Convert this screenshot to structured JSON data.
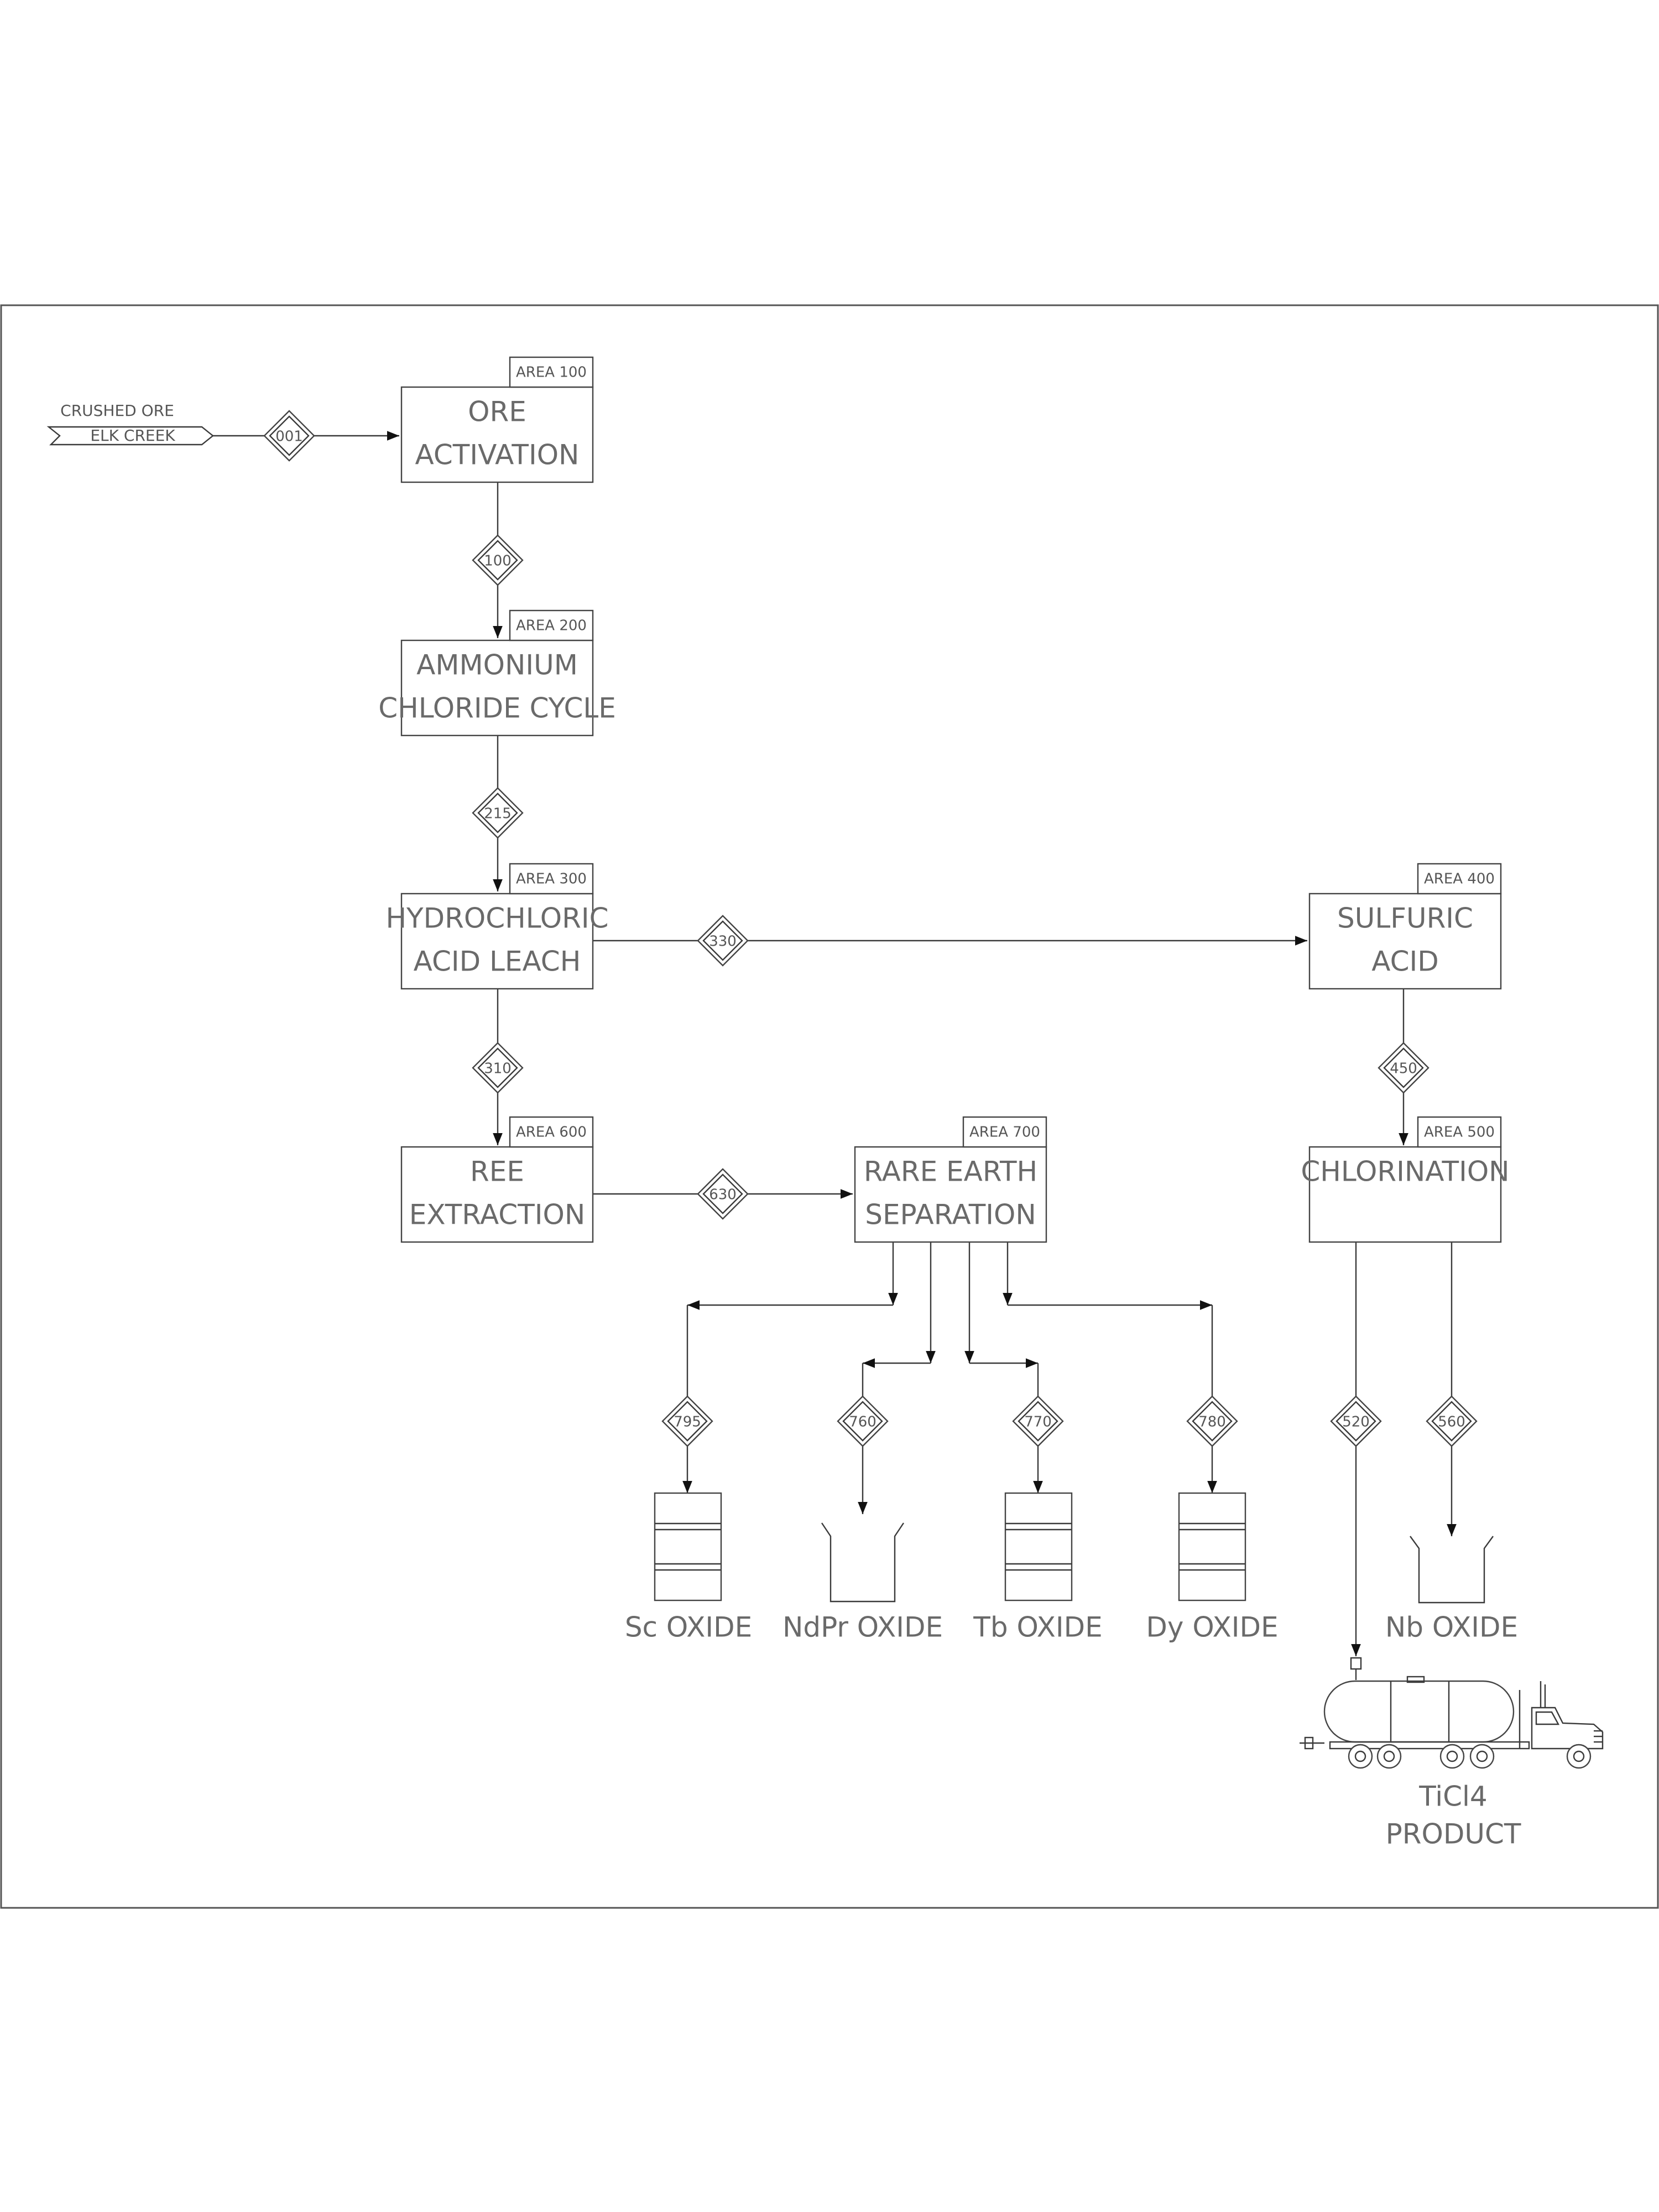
{
  "input": {
    "line1": "CRUSHED ORE",
    "line2": "ELK CREEK"
  },
  "areas": [
    {
      "id": "a100",
      "area": "AREA 100",
      "line1": "ORE",
      "line2": "ACTIVATION"
    },
    {
      "id": "a200",
      "area": "AREA 200",
      "line1": "AMMONIUM",
      "line2": "CHLORIDE CYCLE"
    },
    {
      "id": "a300",
      "area": "AREA 300",
      "line1": "HYDROCHLORIC",
      "line2": "ACID LEACH"
    },
    {
      "id": "a400",
      "area": "AREA 400",
      "line1": "SULFURIC",
      "line2": "ACID"
    },
    {
      "id": "a600",
      "area": "AREA 600",
      "line1": "REE",
      "line2": "EXTRACTION"
    },
    {
      "id": "a700",
      "area": "AREA 700",
      "line1": "RARE EARTH",
      "line2": "SEPARATION"
    },
    {
      "id": "a500",
      "area": "AREA 500",
      "line1": "CHLORINATION",
      "line2": ""
    }
  ],
  "streams": [
    "001",
    "100",
    "215",
    "330",
    "310",
    "450",
    "630",
    "795",
    "760",
    "770",
    "780",
    "520",
    "560"
  ],
  "products": {
    "sc": "Sc OXIDE",
    "ndpr": "NdPr OXIDE",
    "tb": "Tb OXIDE",
    "dy": "Dy OXIDE",
    "nb": "Nb OXIDE",
    "ticl4_line1": "TiCl4",
    "ticl4_line2": "PRODUCT"
  }
}
